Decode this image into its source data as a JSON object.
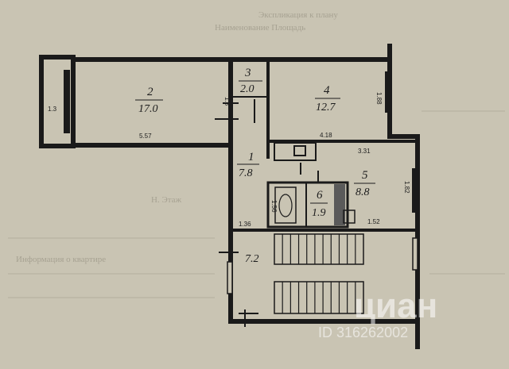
{
  "plan": {
    "rooms": [
      {
        "number": "2",
        "area": "17.0"
      },
      {
        "number": "3",
        "area": "2.0"
      },
      {
        "number": "4",
        "area": "12.7"
      },
      {
        "number": "1",
        "area": "7.8"
      },
      {
        "number": "5",
        "area": "8.8"
      },
      {
        "number": "6",
        "area": "1.9"
      },
      {
        "number": "",
        "area": "7.2"
      }
    ],
    "dimensions": {
      "balcony_width": "1.3",
      "room2_length": "5.57",
      "room2_window": "1.8",
      "room4_window": "1.88",
      "room4_length": "4.18",
      "kitchen_length": "3.31",
      "kitchen_window": "1.82",
      "bath_width": "1.56",
      "hall_width": "1.36",
      "stair_label": "1.52"
    }
  },
  "background": {
    "lines": [
      "Экспликация к плану",
      "Наименование  Площадь",
      "Н. Этаж",
      "Информация о квартире"
    ]
  },
  "watermark": {
    "brand": "циан",
    "id": "ID 316262002"
  }
}
